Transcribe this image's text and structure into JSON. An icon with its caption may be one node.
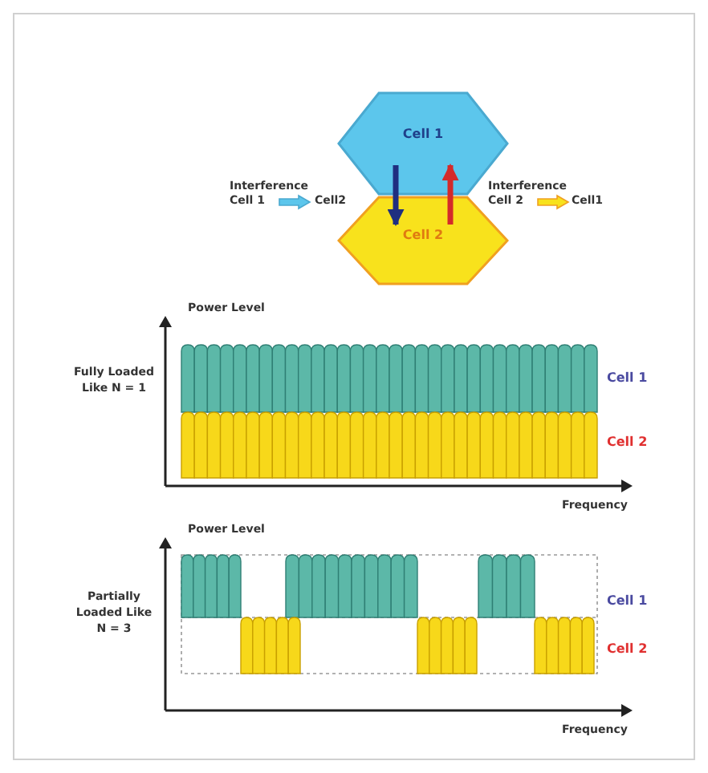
{
  "diagram": {
    "nodes": [
      {
        "text": [
          "Cell 1"
        ]
      },
      {
        "text": [
          "Cell 2"
        ]
      }
    ],
    "edges": [
      {
        "from": 0,
        "to": 1,
        "arrow": "to",
        "color": "#1f2f80"
      },
      {
        "from": 1,
        "to": 0,
        "arrow": "to",
        "color": "#d42a2a"
      }
    ],
    "labels": [
      "Interference",
      "Cell 1",
      "Cell2",
      "Interference",
      "Cell 2",
      "Cell1",
      "Power Level",
      "Fully Loaded Like N = 1",
      "Cell 1",
      "Cell 2",
      "Frequency",
      "Power Level",
      "Partially Loaded Like N = 3",
      "Cell 1",
      "Cell 2",
      "Frequency"
    ]
  }
}
